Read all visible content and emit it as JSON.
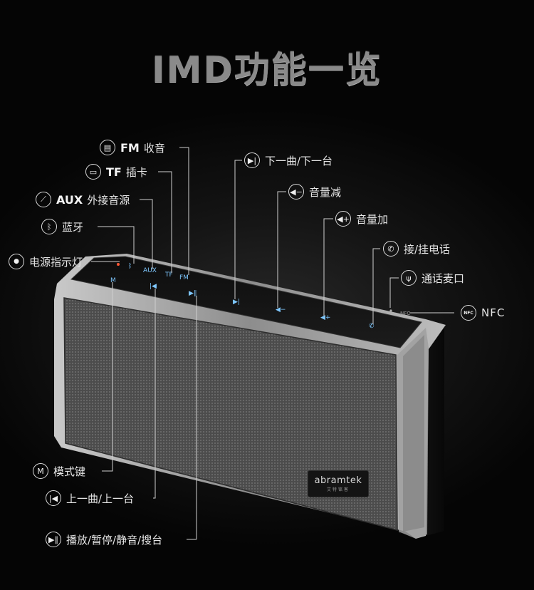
{
  "title": "IMD功能一览",
  "labels": {
    "fm": {
      "bold": "FM",
      "text": "收音",
      "icon": "radio-icon",
      "glyph": "▤"
    },
    "tf": {
      "bold": "TF",
      "text": "插卡",
      "icon": "sd-card-icon",
      "glyph": "▭"
    },
    "aux": {
      "bold": "AUX",
      "text": "外接音源",
      "icon": "aux-cable-icon",
      "glyph": "⟋"
    },
    "bluetooth": {
      "text": "蓝牙",
      "icon": "bluetooth-icon",
      "glyph": "ᛒ"
    },
    "power": {
      "text": "电源指示灯",
      "icon": "power-indicator-icon",
      "glyph": "●"
    },
    "next": {
      "text": "下一曲/下一台",
      "icon": "next-track-icon",
      "glyph": "▶|"
    },
    "vol_down": {
      "text": "音量减",
      "icon": "volume-down-icon",
      "glyph": "◀−"
    },
    "vol_up": {
      "text": "音量加",
      "icon": "volume-up-icon",
      "glyph": "◀+"
    },
    "call": {
      "text": "接/挂电话",
      "icon": "phone-icon",
      "glyph": "✆"
    },
    "mic": {
      "text": "通话麦口",
      "icon": "microphone-icon",
      "glyph": "🎙"
    },
    "nfc": {
      "text": "NFC",
      "icon": "nfc-icon",
      "glyph": "NFC"
    },
    "mode": {
      "text": "模式键",
      "icon": "mode-key-icon",
      "glyph": "M"
    },
    "prev": {
      "text": "上一曲/上一台",
      "icon": "previous-track-icon",
      "glyph": "|◀"
    },
    "play": {
      "text": "播放/暂停/静音/搜台",
      "icon": "play-pause-icon",
      "glyph": "▶∥"
    }
  },
  "panel": {
    "aux": "AUX",
    "tf": "TF",
    "fm": "FM"
  },
  "logo": {
    "brand": "abramtek",
    "sub": "艾特铭客"
  },
  "colors": {
    "touch_glow": "#7fc8ff",
    "speaker_frame": "#9a9a9a",
    "grille": "#5e5e5e"
  }
}
